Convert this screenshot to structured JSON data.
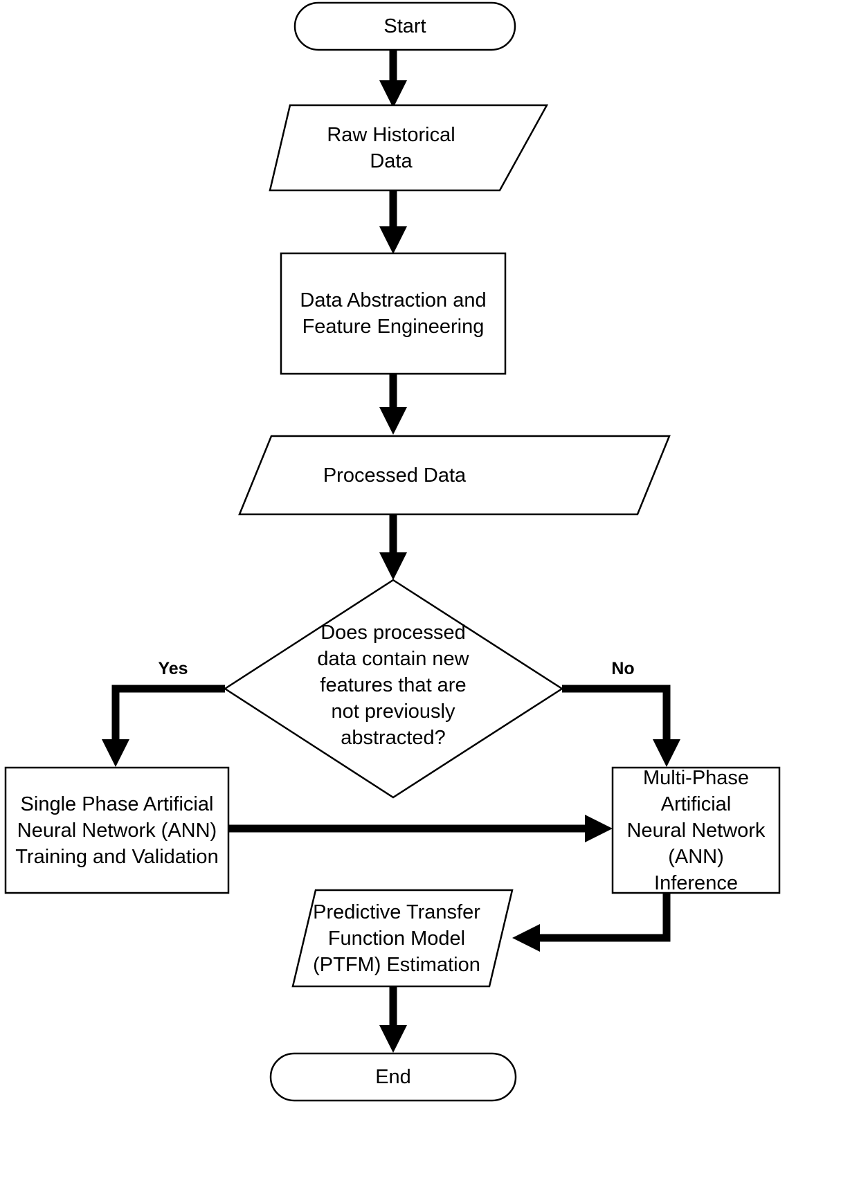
{
  "diagram": {
    "title": "Predictive Transfer Function Model workflow flowchart",
    "background_color": "#ffffff",
    "line_color": "#000000",
    "text_color": "#000000"
  },
  "nodes": {
    "start": {
      "label": "Start",
      "shape": "rounded-rectangle"
    },
    "raw_data": {
      "label": "Raw Historical\nData",
      "shape": "parallelogram"
    },
    "abstraction": {
      "label": "Data Abstraction and\nFeature Engineering",
      "shape": "rectangle"
    },
    "processed_data": {
      "label": "Processed Data",
      "shape": "parallelogram"
    },
    "decision": {
      "label": "Does processed\ndata contain new\nfeatures that are\nnot previously\nabstracted?",
      "shape": "diamond"
    },
    "single_phase": {
      "label": "Single Phase Artificial\nNeural Network (ANN)\nTraining and Validation",
      "shape": "rectangle"
    },
    "multi_phase": {
      "label": "Multi-Phase Artificial\nNeural Network (ANN)\nInference",
      "shape": "rectangle"
    },
    "ptfm": {
      "label": "Predictive Transfer\nFunction Model\n(PTFM) Estimation",
      "shape": "parallelogram"
    },
    "end": {
      "label": "End",
      "shape": "rounded-rectangle"
    }
  },
  "edges": {
    "yes_label": "Yes",
    "no_label": "No"
  }
}
